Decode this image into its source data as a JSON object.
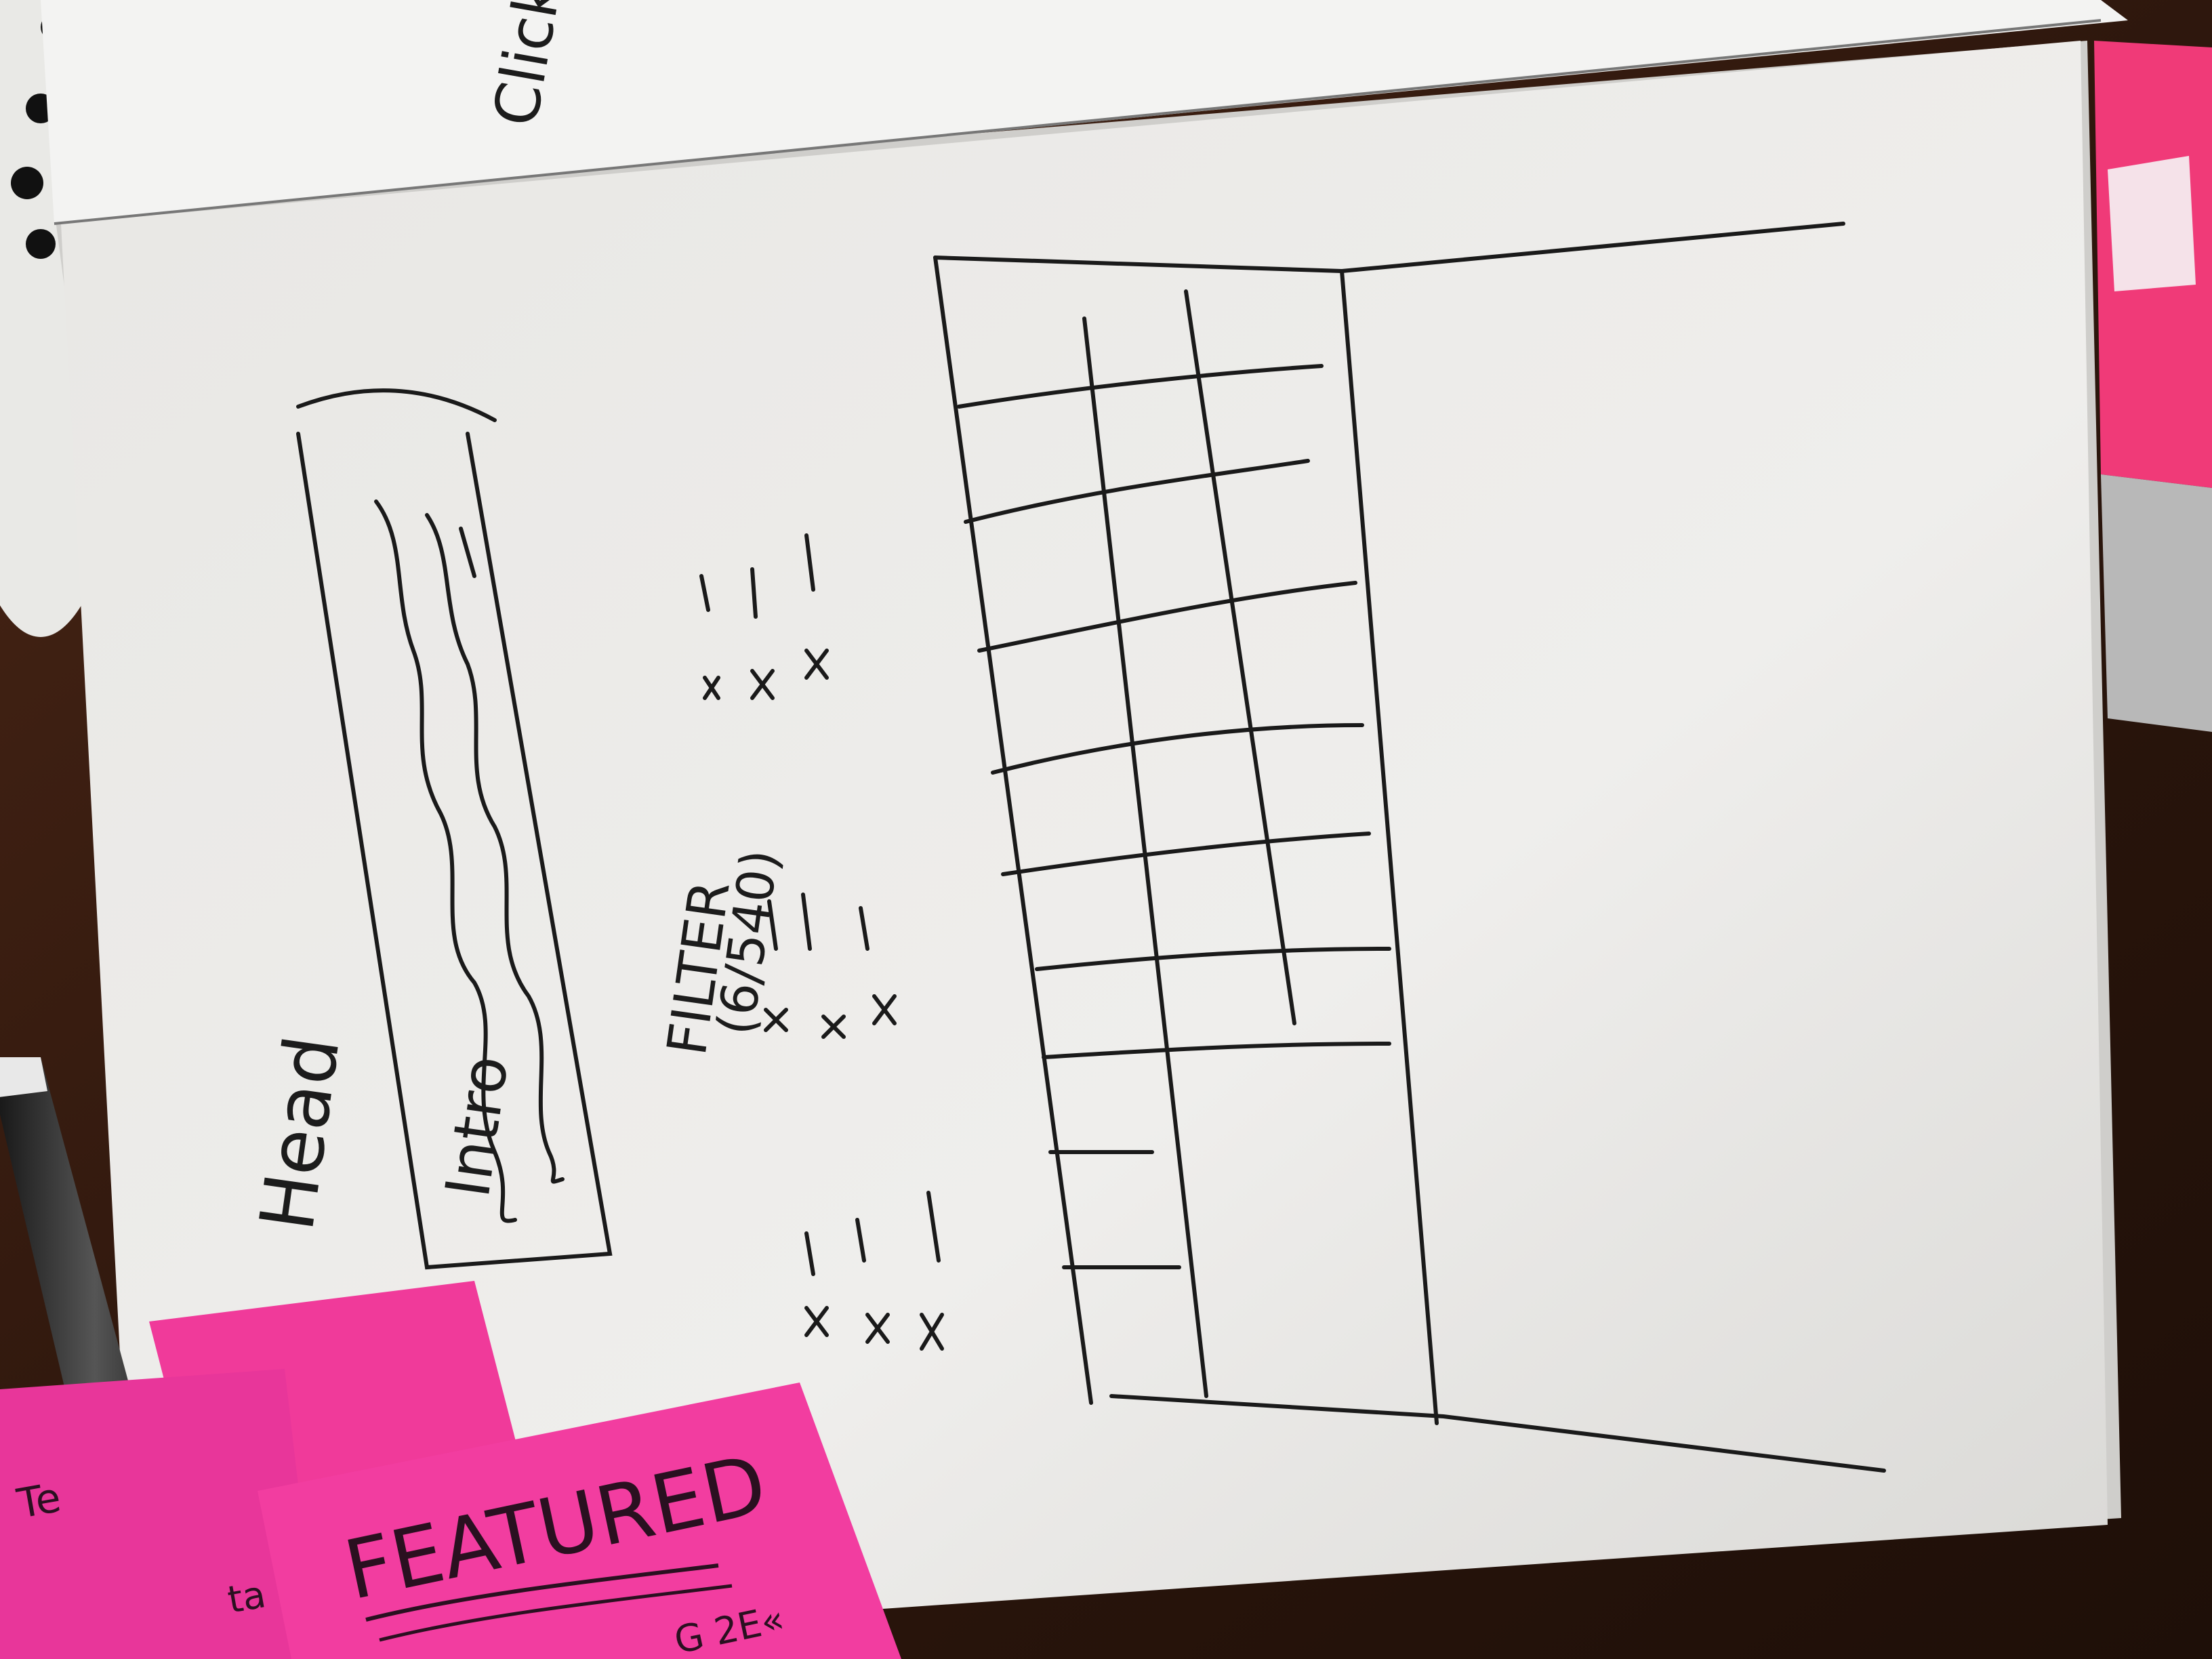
{
  "scene": {
    "description_tag": "photo-of-paper-wireframe-sketch"
  },
  "top_sheet": {
    "text": "Click"
  },
  "sketch": {
    "heading_label": "Head",
    "intro_label": "Intro",
    "filter_label": "FILTER",
    "filter_count": "(6/540)",
    "filter_marks": [
      "x —",
      "x —",
      "x —"
    ],
    "left_marks": [
      "x —",
      "x —",
      "x —"
    ],
    "right_marks": [
      "x —",
      "x —",
      "x —"
    ]
  },
  "postit": {
    "main_label": "FEATURED",
    "fragment_1": "Te",
    "fragment_2": "ta",
    "fragment_3": "G 2E«"
  },
  "colors": {
    "paper": "#efeeec",
    "top_paper": "#f3f3f2",
    "table_wood": "#3a1e12",
    "postit_pink": "#f03a9a",
    "ink": "#1c1c1c"
  }
}
